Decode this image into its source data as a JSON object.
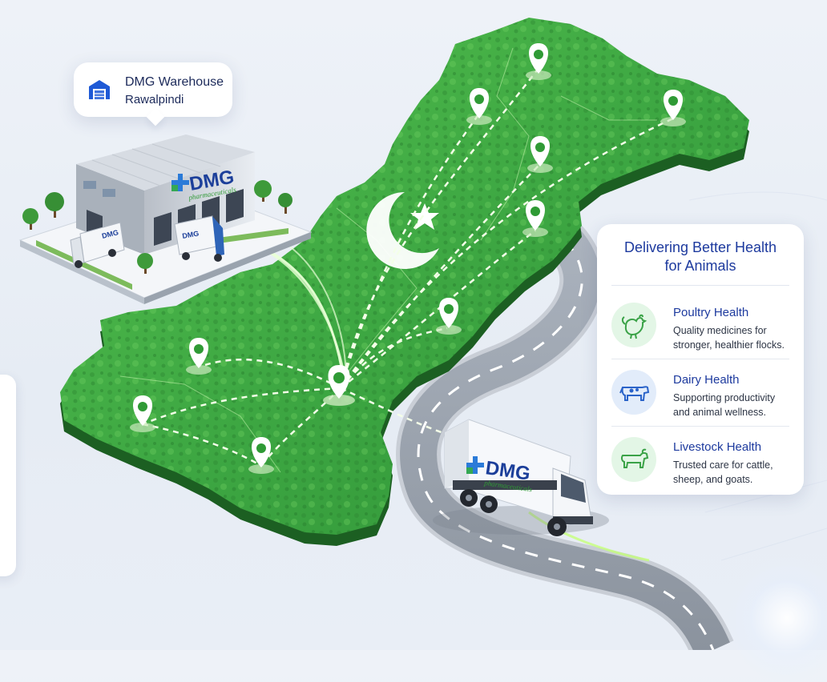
{
  "warehouse": {
    "icon": "warehouse-icon",
    "name": "DMG Warehouse",
    "city": "Rawalpindi",
    "building_logo": "DMG",
    "building_sublogo": "pharmaceuticals"
  },
  "truck": {
    "logo": "DMG",
    "sublogo": "pharmaceuticals"
  },
  "info": {
    "title_line1": "Delivering Better Health",
    "title_line2": "for Animals",
    "categories": [
      {
        "icon": "chicken-icon",
        "title": "Poultry Health",
        "desc_line1": "Quality medicines for",
        "desc_line2": "stronger, healthier flocks.",
        "color": "#e3f6e6"
      },
      {
        "icon": "cow-icon",
        "title": "Dairy Health",
        "desc_line1": "Supporting productivity",
        "desc_line2": "and animal wellness.",
        "color": "#e2ecfa"
      },
      {
        "icon": "goat-icon",
        "title": "Livestock Health",
        "desc_line1": "Trusted care for cattle,",
        "desc_line2": "sheep, and goats.",
        "color": "#e3f6e6"
      }
    ]
  },
  "colors": {
    "map_green": "#3ea843",
    "map_dark": "#23762a",
    "accent_blue": "#1d3a9e",
    "route_glow": "#d8ffcf"
  }
}
